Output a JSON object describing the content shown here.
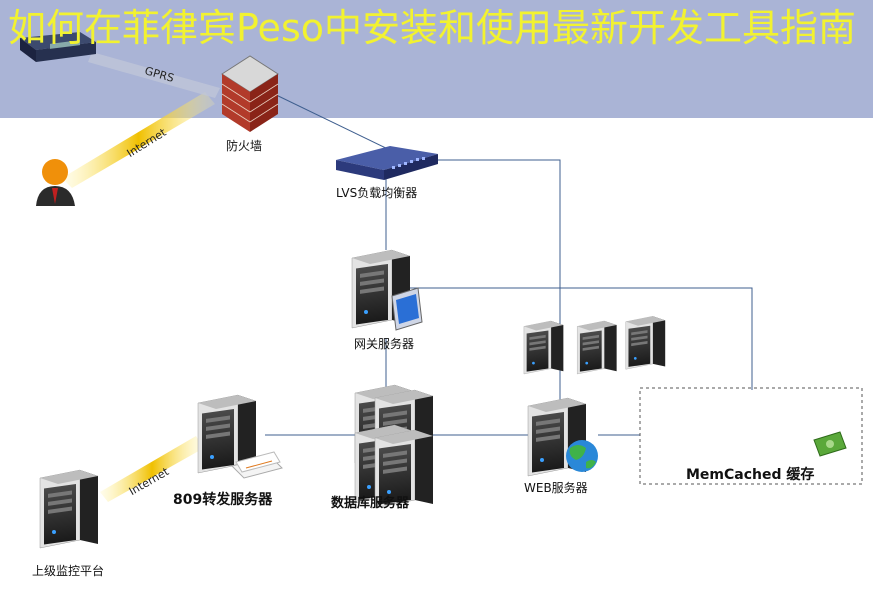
{
  "title": "如何在菲律宾Peso中安装和使用最新开发工具指南",
  "nodes": {
    "firewall": "防火墙",
    "lvs": "LVS负载均衡器",
    "gateway": "网关服务器",
    "forward": "809转发服务器",
    "database": "数据库服务器",
    "web": "WEB服务器",
    "memcached": "MemCached 缓存",
    "upper": "上级监控平台"
  },
  "links": {
    "gprs": "GPRS",
    "internet_top": "Internet",
    "internet_bottom": "Internet"
  },
  "colors": {
    "banner": "#aab4d6",
    "title_text": "#f2f230",
    "link_line": "#3f5f8f",
    "beam": "#e8c000"
  }
}
